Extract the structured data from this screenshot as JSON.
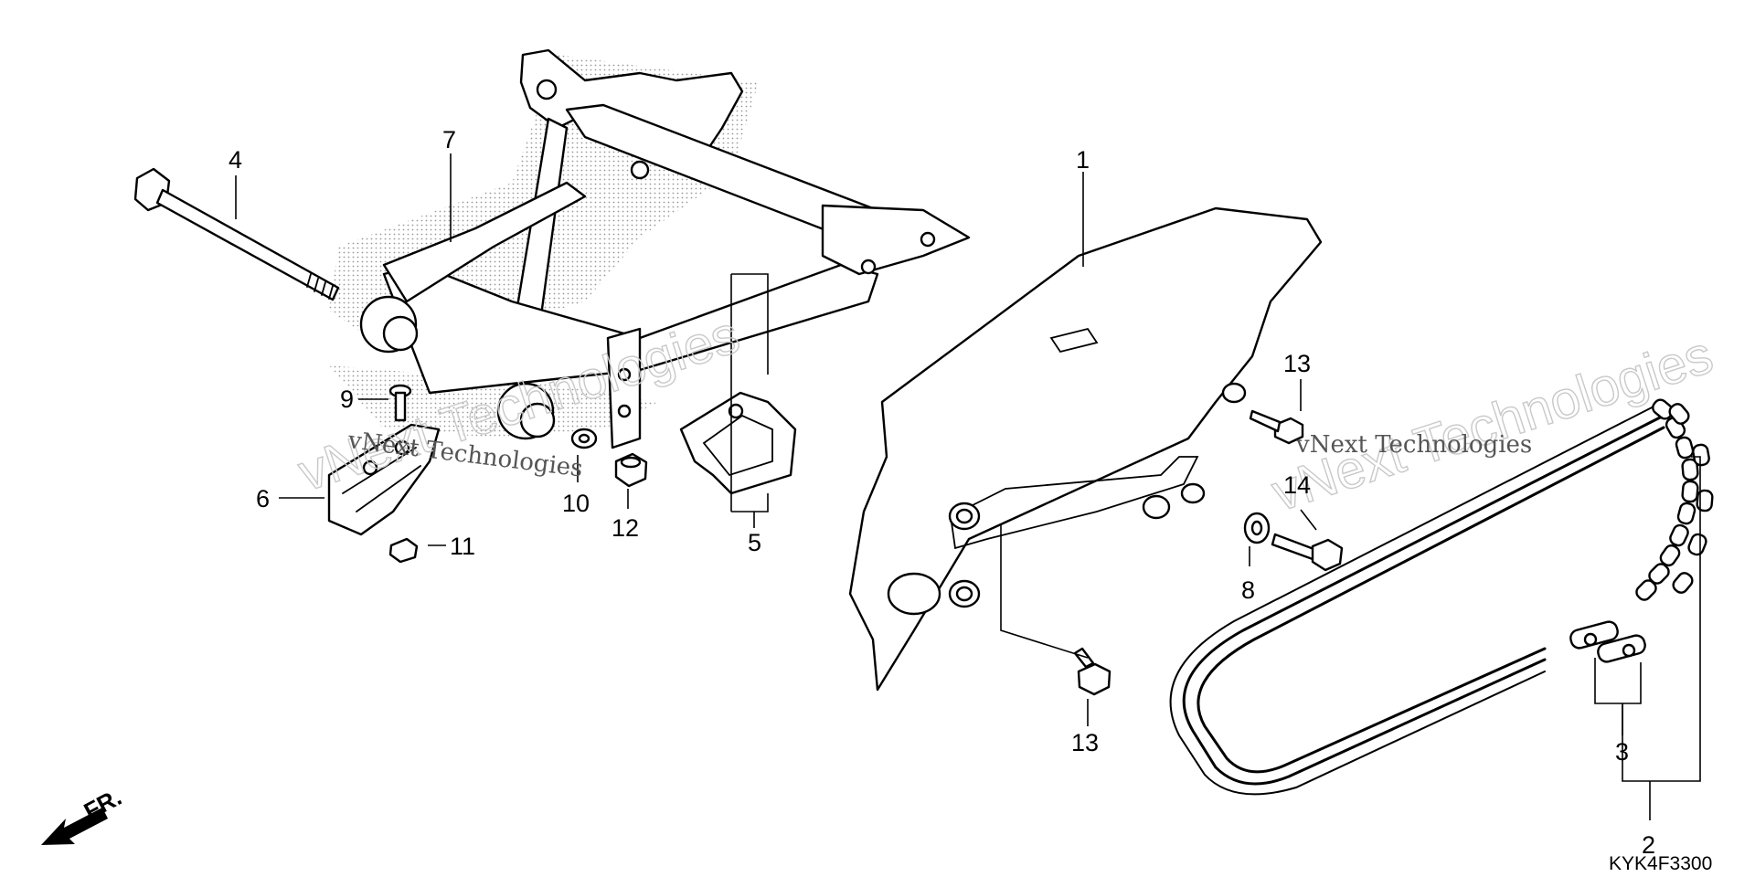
{
  "callouts": [
    "1",
    "2",
    "3",
    "4",
    "5",
    "6",
    "7",
    "8",
    "9",
    "10",
    "11",
    "12",
    "13",
    "13",
    "14"
  ],
  "watermark": {
    "large": "vNext Technologies",
    "small": "vNext Technologies"
  },
  "diagram_code": "KYK4F3300",
  "front_label": "FR."
}
